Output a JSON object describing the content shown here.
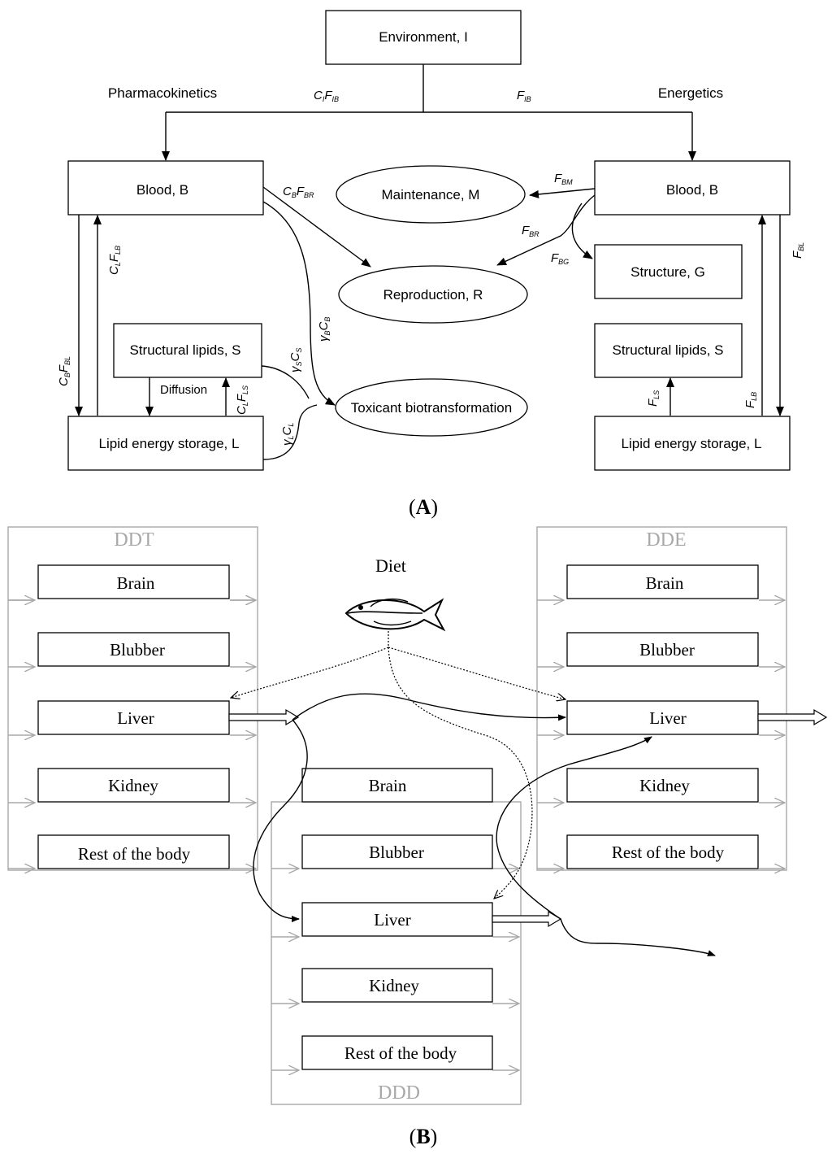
{
  "panel_a": {
    "environment": "Environment, I",
    "pharmacokinetics": "Pharmacokinetics",
    "energetics": "Energetics",
    "blood_left": "Blood, B",
    "blood_right": "Blood, B",
    "maintenance": "Maintenance, M",
    "reproduction": "Reproduction, R",
    "structure": "Structure, G",
    "structural_lipids_left": "Structural lipids, S",
    "structural_lipids_right": "Structural lipids, S",
    "lipid_left": "Lipid energy storage, L",
    "lipid_right": "Lipid energy storage, L",
    "toxicant": "Toxicant biotransformation",
    "diffusion": "Diffusion",
    "label": "(A)",
    "flows": {
      "ci_fib": [
        "C",
        "I",
        "F",
        "IB"
      ],
      "fib": [
        "F",
        "IB"
      ],
      "cb_fbr": [
        "C",
        "B",
        "F",
        "BR"
      ],
      "fbm": [
        "F",
        "BM"
      ],
      "fbr": [
        "F",
        "BR"
      ],
      "fbg": [
        "F",
        "BG"
      ],
      "cl_flb": [
        "C",
        "L",
        "F",
        "LB"
      ],
      "cb_fbl": [
        "C",
        "B",
        "F",
        "BL"
      ],
      "gamma_b_cb": [
        "γ",
        "B",
        "C",
        "B"
      ],
      "gamma_s_cs": [
        "γ",
        "S",
        "C",
        "S"
      ],
      "cl_fls": [
        "C",
        "L",
        "F",
        "LS"
      ],
      "gamma_l_cl": [
        "γ",
        "L",
        "C",
        "L"
      ],
      "fbl": [
        "F",
        "BL"
      ],
      "flb": [
        "F",
        "LB"
      ],
      "fls": [
        "F",
        "LS"
      ]
    }
  },
  "panel_b": {
    "label": "(B)",
    "diet": "Diet",
    "ddt": {
      "title": "DDT",
      "organs": [
        "Brain",
        "Blubber",
        "Liver",
        "Kidney",
        "Rest of the body"
      ]
    },
    "dde": {
      "title": "DDE",
      "organs": [
        "Brain",
        "Blubber",
        "Liver",
        "Kidney",
        "Rest of the body"
      ]
    },
    "ddd": {
      "title": "DDD",
      "organs": [
        "Brain",
        "Blubber",
        "Liver",
        "Kidney",
        "Rest of the body"
      ]
    },
    "fish_icon": "fish-icon"
  }
}
